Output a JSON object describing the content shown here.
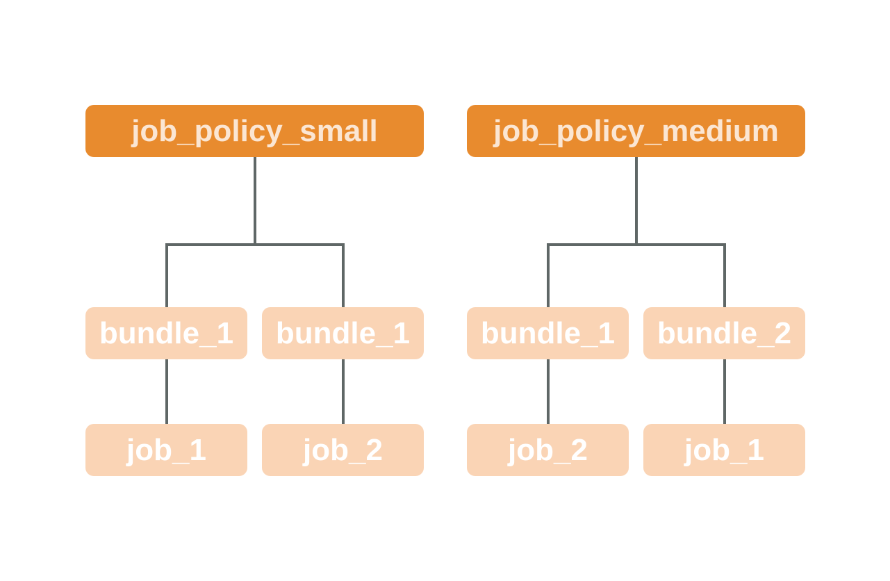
{
  "colors": {
    "root_fill": "#e88b2e",
    "root_text": "#fbe6d3",
    "child_fill": "#fad4b5",
    "child_text": "#ffffff",
    "connector": "#5f6766"
  },
  "trees": [
    {
      "root": "job_policy_small",
      "branches": [
        {
          "bundle": "bundle_1",
          "job": "job_1"
        },
        {
          "bundle": "bundle_1",
          "job": "job_2"
        }
      ]
    },
    {
      "root": "job_policy_medium",
      "branches": [
        {
          "bundle": "bundle_1",
          "job": "job_2"
        },
        {
          "bundle": "bundle_2",
          "job": "job_1"
        }
      ]
    }
  ]
}
